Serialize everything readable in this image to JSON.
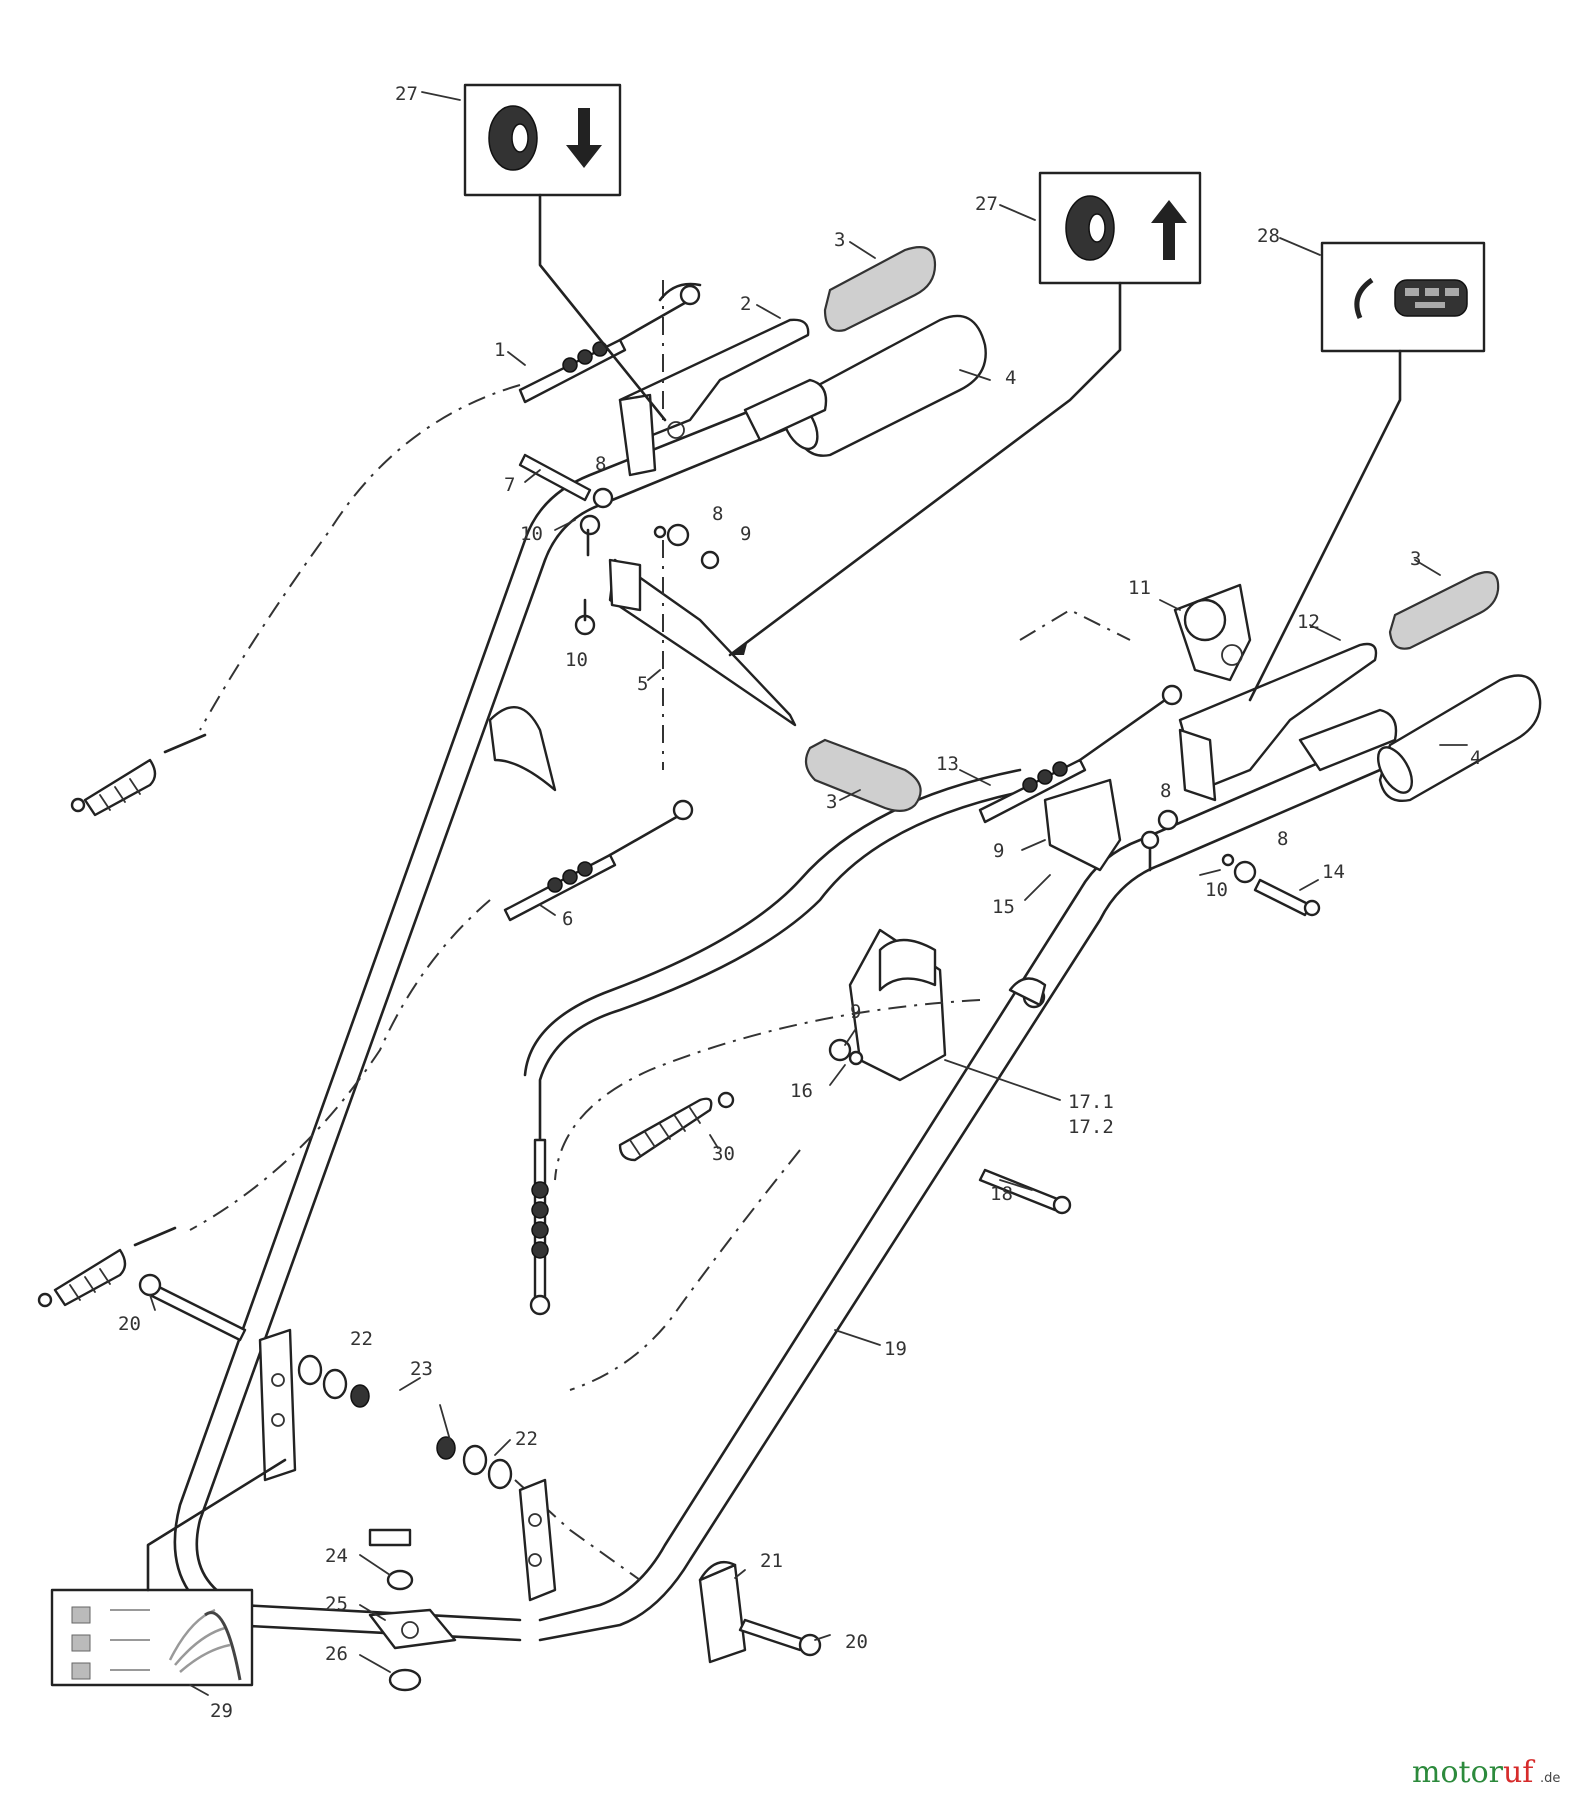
{
  "labels": {
    "l1": "1",
    "l2": "2",
    "l3a": "3",
    "l3b": "3",
    "l3c": "3",
    "l4a": "4",
    "l4b": "4",
    "l5": "5",
    "l6": "6",
    "l7": "7",
    "l8a": "8",
    "l8b": "8",
    "l8c": "8",
    "l8d": "8",
    "l9a": "9",
    "l9b": "9",
    "l9c": "9",
    "l10a": "10",
    "l10b": "10",
    "l10c": "10",
    "l11": "11",
    "l12": "12",
    "l13": "13",
    "l14": "14",
    "l15": "15",
    "l16": "16",
    "l17": "17.1",
    "l17b": "17.2",
    "l18": "18",
    "l19": "19",
    "l20a": "20",
    "l20b": "20",
    "l21": "21",
    "l22a": "22",
    "l22b": "22",
    "l23": "23",
    "l24": "24",
    "l25": "25",
    "l26": "26",
    "l27a": "27",
    "l27b": "27",
    "l28": "28",
    "l29": "29",
    "l30": "30"
  },
  "watermark": {
    "brand_part1": "motor",
    "brand_part2": "uf",
    "tld": ".de",
    "colors": [
      "#2c8a3c",
      "#d62b2b",
      "#1f5ab5",
      "#e0a020"
    ]
  },
  "icons": {
    "decal_left": [
      "wheel-icon",
      "arrow-down-icon"
    ],
    "decal_right": [
      "wheel-icon",
      "arrow-up-icon"
    ],
    "decal_28": [
      "rotate-arrow-icon",
      "speed-indicator-icon"
    ]
  }
}
